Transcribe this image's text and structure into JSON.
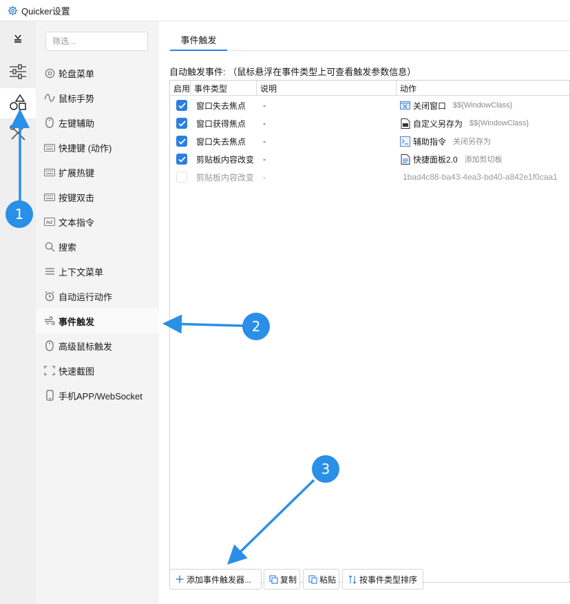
{
  "window": {
    "title": "Quicker设置"
  },
  "rail": {
    "items": [
      "glyph-icon",
      "sliders-icon",
      "shapes-icon",
      "tools-icon"
    ],
    "active_index": 2
  },
  "nav": {
    "filter_placeholder": "筛选...",
    "items": [
      {
        "label": "轮盘菜单",
        "icon": "wheel-icon"
      },
      {
        "label": "鼠标手势",
        "icon": "wave-icon"
      },
      {
        "label": "左键辅助",
        "icon": "mouse-icon"
      },
      {
        "label": "快捷键 (动作)",
        "icon": "keyboard-icon"
      },
      {
        "label": "扩展热键",
        "icon": "keyboard-icon"
      },
      {
        "label": "按键双击",
        "icon": "keyboard-icon"
      },
      {
        "label": "文本指令",
        "icon": "ad-icon"
      },
      {
        "label": "搜索",
        "icon": "search-icon"
      },
      {
        "label": "上下文菜单",
        "icon": "menu-icon"
      },
      {
        "label": "自动运行动作",
        "icon": "alarm-icon"
      },
      {
        "label": "事件触发",
        "icon": "wind-icon"
      },
      {
        "label": "高级鼠标触发",
        "icon": "mouse-icon"
      },
      {
        "label": "快速截图",
        "icon": "crop-icon"
      },
      {
        "label": "手机APP/WebSocket",
        "icon": "phone-icon"
      }
    ],
    "active_index": 10
  },
  "main": {
    "tab": "事件触发",
    "hint": "自动触发事件: （鼠标悬浮在事件类型上可查看触发参数信息）",
    "columns": [
      "启用",
      "事件类型",
      "说明",
      "动作"
    ],
    "rows": [
      {
        "enabled": true,
        "type": "窗口失去焦点",
        "desc": "-",
        "action": "关闭窗口",
        "param": "$${WindowClass}",
        "icon": "window-close-icon"
      },
      {
        "enabled": true,
        "type": "窗口获得焦点",
        "desc": "-",
        "action": "自定义另存为",
        "param": "$${WindowClass}",
        "icon": "document-icon"
      },
      {
        "enabled": true,
        "type": "窗口失去焦点",
        "desc": "-",
        "action": "辅助指令",
        "param": "关闭另存为",
        "icon": "command-icon"
      },
      {
        "enabled": true,
        "type": "剪贴板内容改变",
        "desc": "-",
        "action": "快捷面板2.0",
        "param": "添加剪切板",
        "icon": "panel-icon"
      },
      {
        "enabled": false,
        "type": "剪贴板内容改变",
        "desc": "-",
        "action": "1bad4c88-ba43-4ea3-bd40-a842e1f0caa1",
        "param": "",
        "icon": ""
      }
    ],
    "buttons": [
      {
        "label": "添加事件触发器...",
        "icon": "plus-icon"
      },
      {
        "label": "复制",
        "icon": "copy-icon"
      },
      {
        "label": "粘贴",
        "icon": "paste-icon"
      },
      {
        "label": "按事件类型排序",
        "icon": "sort-icon"
      }
    ]
  },
  "annotations": [
    "1",
    "2",
    "3"
  ],
  "colors": {
    "accent": "#2b7fe0",
    "arrow": "#2a8fe6"
  }
}
